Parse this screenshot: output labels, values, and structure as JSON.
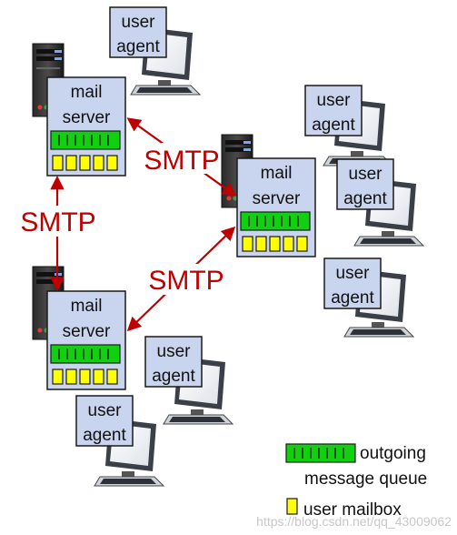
{
  "mail_server": {
    "line1": "mail",
    "line2": "server"
  },
  "user_agent": {
    "line1": "user",
    "line2": "agent"
  },
  "protocol_label": "SMTP",
  "legend": {
    "queue_line1": "outgoing",
    "queue_line2": "message queue",
    "mailbox": "user mailbox"
  },
  "watermark": "https://blog.csdn.net/qq_43009062",
  "colors": {
    "server_fill": "#c9d4ee",
    "box_border": "#1a1a1a",
    "queue_fill": "#10d010",
    "mailbox_fill": "#ffff00",
    "arrow": "#c00000"
  }
}
